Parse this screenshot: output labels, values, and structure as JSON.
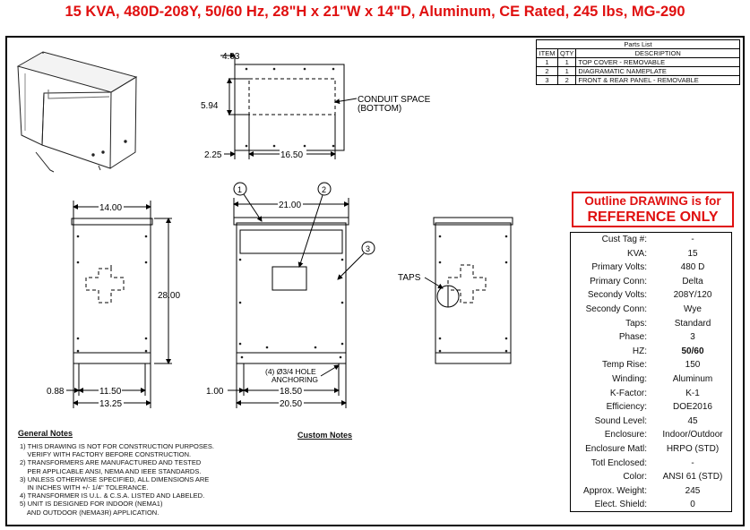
{
  "title": "15 KVA, 480D-208Y, 50/60 Hz, 28\"H x 21\"W x 14\"D, Aluminum, CE Rated, 245 lbs, MG-290",
  "parts_list": {
    "caption": "Parts List",
    "headers": [
      "ITEM",
      "QTY",
      "DESCRIPTION"
    ],
    "rows": [
      [
        "1",
        "1",
        "TOP COVER - REMOVABLE"
      ],
      [
        "2",
        "1",
        "DIAGRAMATIC NAMEPLATE"
      ],
      [
        "3",
        "2",
        "FRONT & REAR PANEL - REMOVABLE"
      ]
    ]
  },
  "reference_banner": {
    "line1": "Outline DRAWING is for",
    "line2": "REFERENCE ONLY"
  },
  "specs": [
    {
      "label": "Cust Tag #:",
      "value": "-"
    },
    {
      "label": "KVA:",
      "value": "15"
    },
    {
      "label": "Primary Volts:",
      "value": "480 D"
    },
    {
      "label": "Primary Conn:",
      "value": "Delta"
    },
    {
      "label": "Secondy Volts:",
      "value": "208Y/120"
    },
    {
      "label": "Secondy Conn:",
      "value": "Wye"
    },
    {
      "label": "Taps:",
      "value": "Standard"
    },
    {
      "label": "Phase:",
      "value": "3"
    },
    {
      "label": "HZ:",
      "value": "50/60"
    },
    {
      "label": "Temp Rise:",
      "value": "150"
    },
    {
      "label": "Winding:",
      "value": "Aluminum"
    },
    {
      "label": "K-Factor:",
      "value": "K-1"
    },
    {
      "label": "Efficiency:",
      "value": "DOE2016"
    },
    {
      "label": "Sound Level:",
      "value": "45"
    },
    {
      "label": "Enclosure:",
      "value": "Indoor/Outdoor"
    },
    {
      "label": "Enclosure Matl:",
      "value": "HRPO (STD)"
    },
    {
      "label": "Totl Enclosed:",
      "value": "-"
    },
    {
      "label": "Color:",
      "value": "ANSI 61 (STD)"
    },
    {
      "label": "Approx. Weight:",
      "value": "245"
    },
    {
      "label": "Elect. Shield:",
      "value": "0"
    }
  ],
  "general_notes": {
    "title": "General Notes",
    "items": [
      "1) THIS DRAWING IS NOT FOR CONSTRUCTION PURPOSES.",
      "    VERIFY WITH FACTORY BEFORE CONSTRUCTION.",
      "2) TRANSFORMERS ARE MANUFACTURED AND TESTED",
      "    PER APPLICABLE ANSI, NEMA AND IEEE STANDARDS.",
      "3) UNLESS OTHERWISE SPECIFIED, ALL DIMENSIONS ARE",
      "    IN INCHES WITH +/- 1/4\" TOLERANCE.",
      "4) TRANSFORMER IS U.L. & C.S.A. LISTED AND LABELED.",
      "5) UNIT IS DESIGNED FOR INDOOR (NEMA1)",
      "    AND OUTDOOR (NEMA3R) APPLICATION."
    ]
  },
  "custom_notes": {
    "title": "Custom Notes"
  },
  "drawing": {
    "top_view": {
      "dim_top": "4.03",
      "dim_side": "5.94",
      "dim_offset": "2.25",
      "dim_width": "16.50",
      "conduit_label_1": "CONDUIT SPACE",
      "conduit_label_2": "(BOTTOM)"
    },
    "side_left": {
      "dim_width": "14.00",
      "dim_height": "28.00",
      "dim_inner": "11.50",
      "dim_outer": "13.25",
      "dim_offset": "0.88"
    },
    "front": {
      "dim_width": "21.00",
      "dim_inner": "18.50",
      "dim_outer": "20.50",
      "dim_offset": "1.00",
      "callout_1": "1",
      "callout_2": "2",
      "callout_3": "3",
      "hole_note_1": "(4) Ø3/4 HOLE",
      "hole_note_2": "ANCHORING"
    },
    "side_right": {
      "taps_label": "TAPS"
    }
  }
}
